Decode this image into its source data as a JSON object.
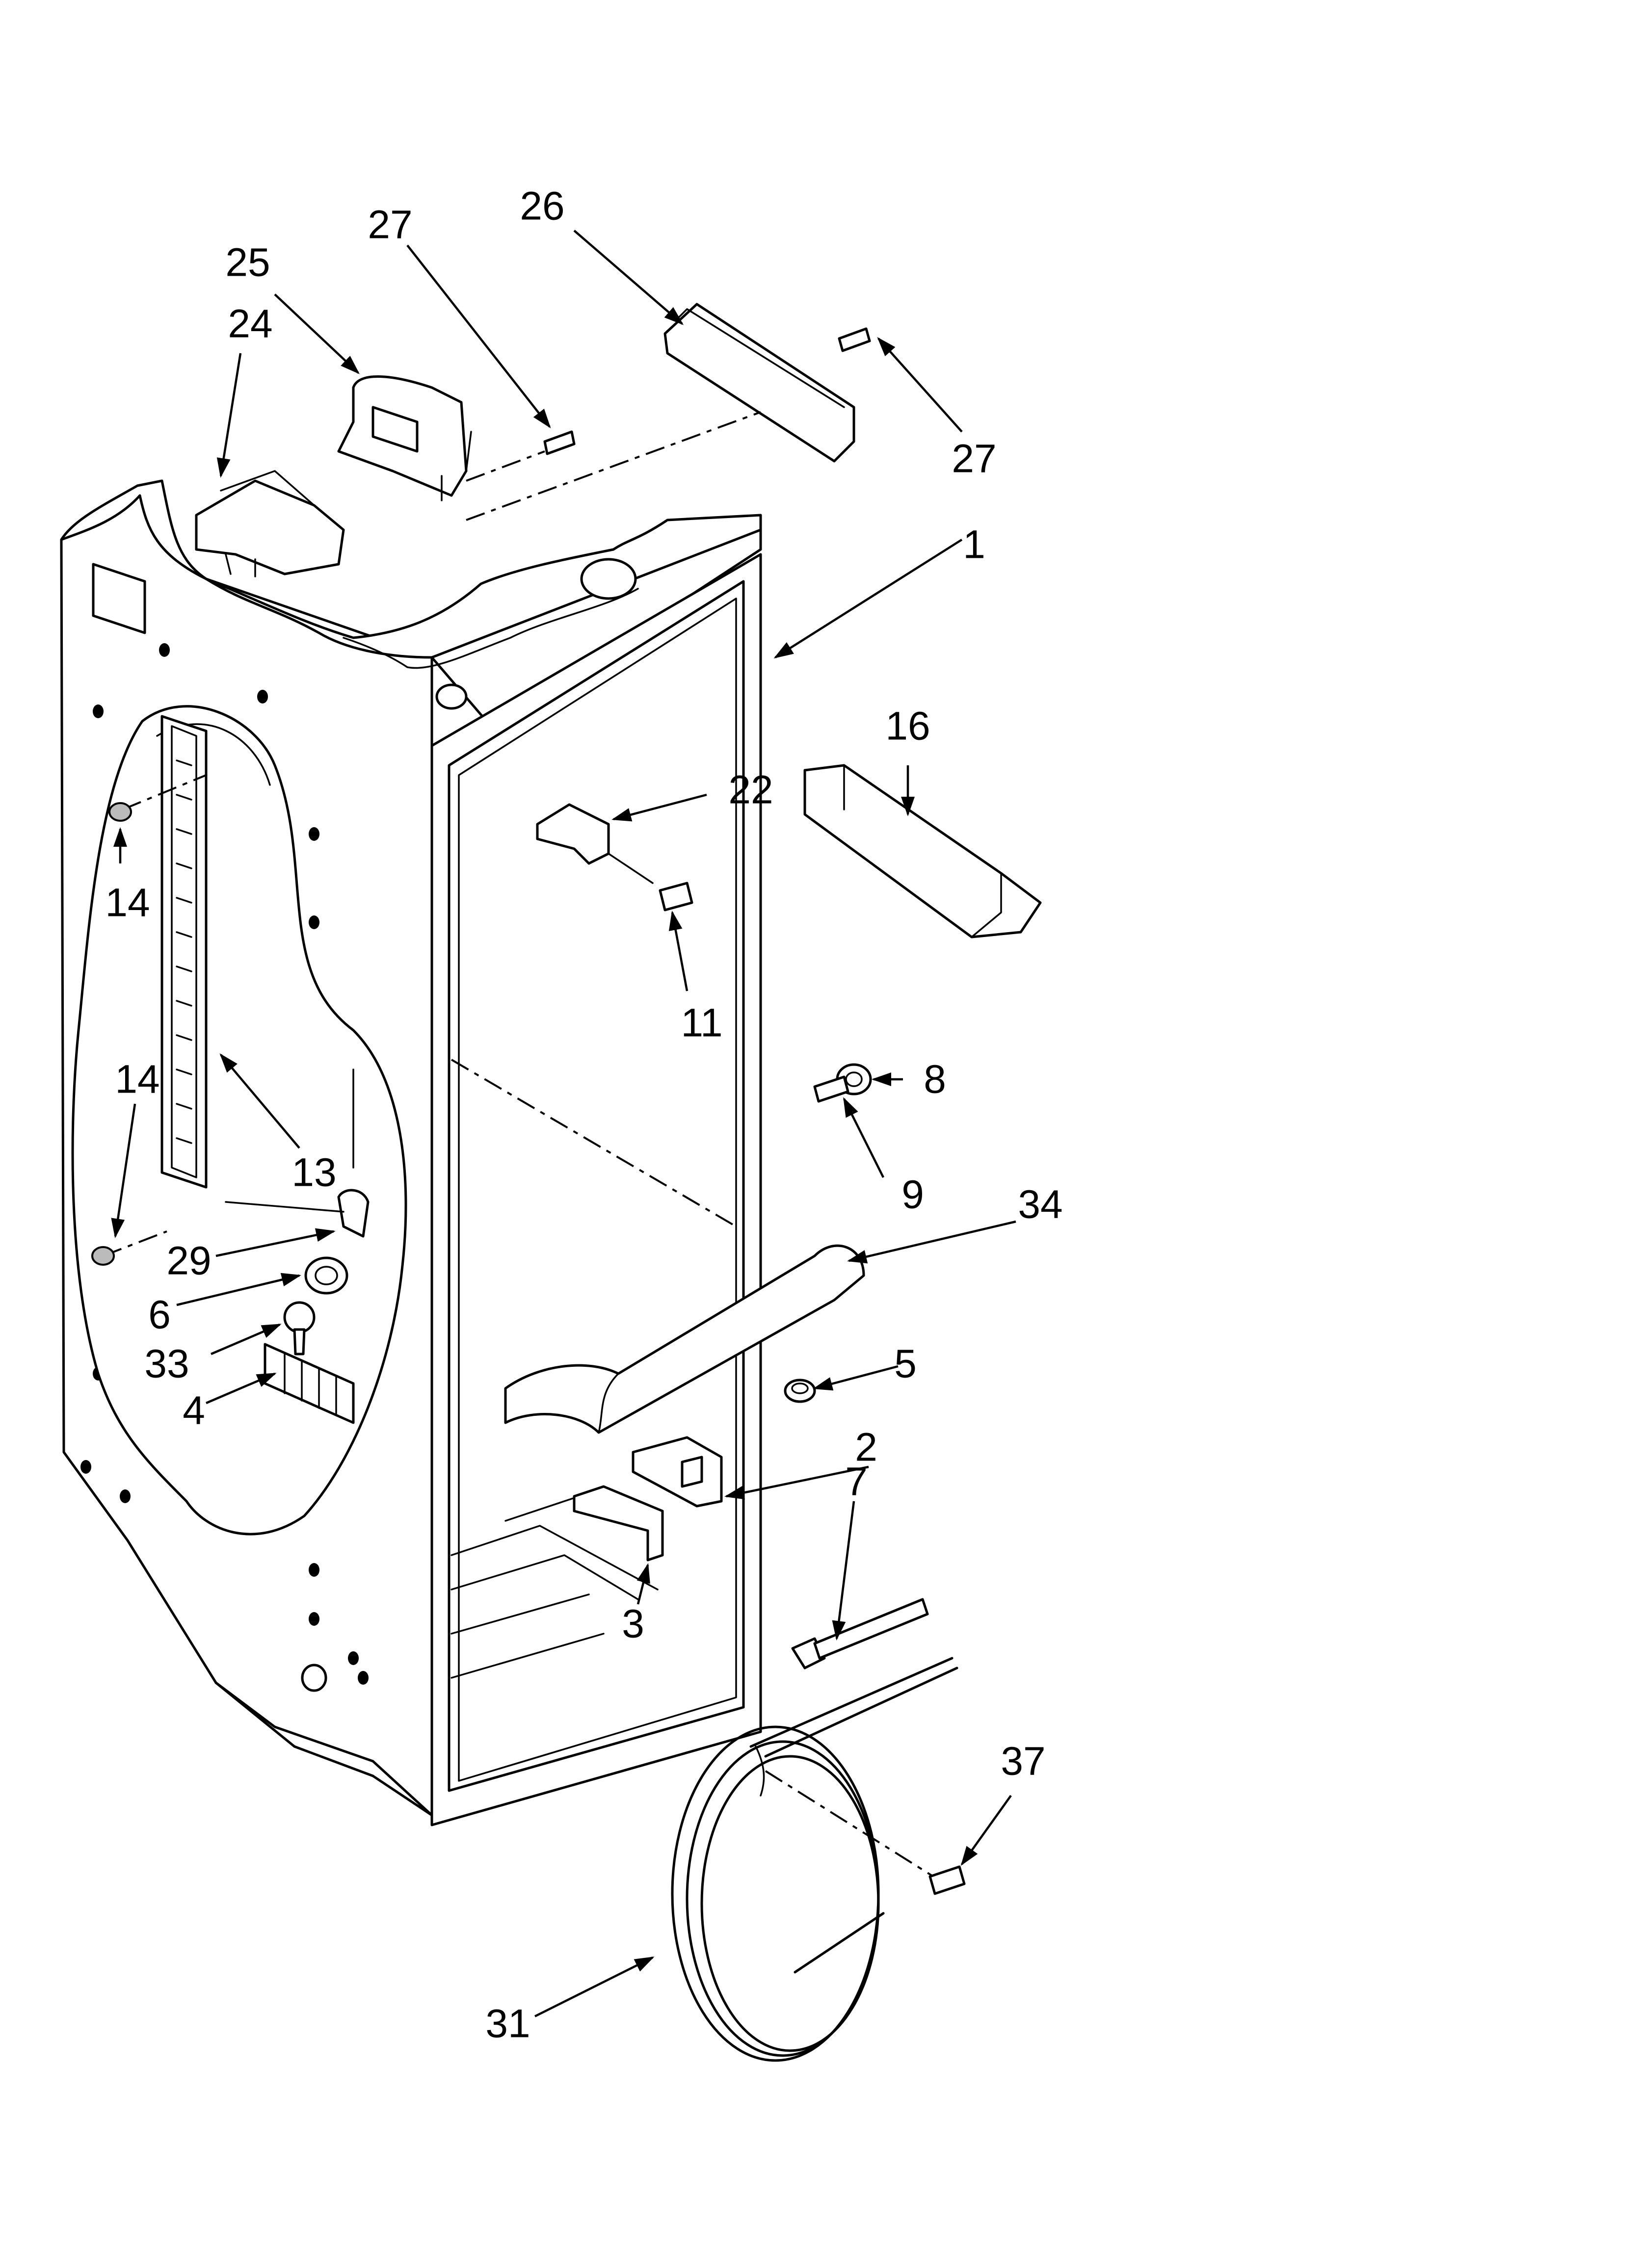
{
  "callouts": [
    {
      "id": "1",
      "text": "1"
    },
    {
      "id": "2",
      "text": "2"
    },
    {
      "id": "3",
      "text": "3"
    },
    {
      "id": "4",
      "text": "4"
    },
    {
      "id": "5",
      "text": "5"
    },
    {
      "id": "6",
      "text": "6"
    },
    {
      "id": "7",
      "text": "7"
    },
    {
      "id": "8",
      "text": "8"
    },
    {
      "id": "9",
      "text": "9"
    },
    {
      "id": "11",
      "text": "11"
    },
    {
      "id": "13",
      "text": "13"
    },
    {
      "id": "14a",
      "text": "14"
    },
    {
      "id": "14b",
      "text": "14"
    },
    {
      "id": "16",
      "text": "16"
    },
    {
      "id": "22",
      "text": "22"
    },
    {
      "id": "24",
      "text": "24"
    },
    {
      "id": "25",
      "text": "25"
    },
    {
      "id": "26",
      "text": "26"
    },
    {
      "id": "27a",
      "text": "27"
    },
    {
      "id": "27b",
      "text": "27"
    },
    {
      "id": "29",
      "text": "29"
    },
    {
      "id": "31",
      "text": "31"
    },
    {
      "id": "33",
      "text": "33"
    },
    {
      "id": "34",
      "text": "34"
    },
    {
      "id": "37",
      "text": "37"
    }
  ]
}
